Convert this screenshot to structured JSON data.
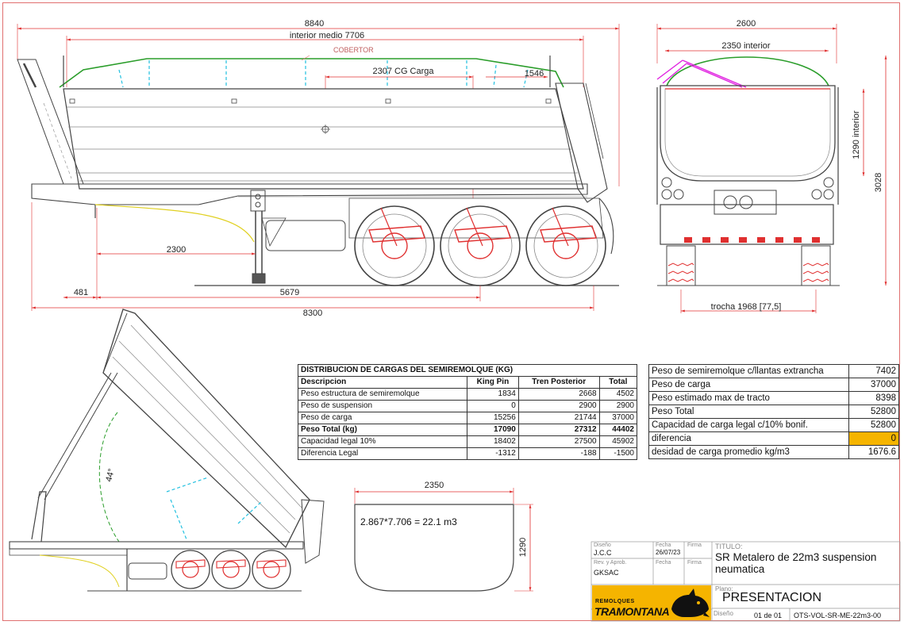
{
  "drawing": {
    "side_view": {
      "overall_length": "8840",
      "interior_length": "interior medio 7706",
      "cover_label": "COBERTOR",
      "cg_label": "2307 CG Carga",
      "rear_offset": "1546",
      "kingpin_dim": "2300",
      "front_overhang": "481",
      "axle_dim": "5679",
      "chassis_length": "8300"
    },
    "rear_view": {
      "overall_width": "2600",
      "interior_width": "2350 interior",
      "interior_height": "1290 interior",
      "overall_height": "3028",
      "track": "trocha 1968 [77,5]"
    },
    "tipped_view": {
      "angle": "44°"
    },
    "section": {
      "width": "2350",
      "height": "1290",
      "formula": "2.867*7.706 = 22.1 m3"
    }
  },
  "load_table": {
    "title": "DISTRIBUCION DE CARGAS DEL SEMIREMOLQUE (KG)",
    "columns": [
      "Descripcion",
      "King Pin",
      "Tren Posterior",
      "Total"
    ],
    "rows": [
      {
        "label": "Peso estructura de semiremolque",
        "king_pin": "1834",
        "tren": "2668",
        "total": "4502"
      },
      {
        "label": "Peso de suspension",
        "king_pin": "0",
        "tren": "2900",
        "total": "2900"
      },
      {
        "label": "Peso de carga",
        "king_pin": "15256",
        "tren": "21744",
        "total": "37000"
      },
      {
        "label": "Peso Total (kg)",
        "king_pin": "17090",
        "tren": "27312",
        "total": "44402"
      },
      {
        "label": "Capacidad legal 10%",
        "king_pin": "18402",
        "tren": "27500",
        "total": "45902"
      },
      {
        "label": "Diferencia Legal",
        "king_pin": "-1312",
        "tren": "-188",
        "total": "-1500"
      }
    ]
  },
  "summary_table": [
    {
      "label": "Peso de semiremolque c/llantas extrancha",
      "value": "7402"
    },
    {
      "label": "Peso de carga",
      "value": "37000"
    },
    {
      "label": "Peso estimado max de tracto",
      "value": "8398"
    },
    {
      "label": "Peso Total",
      "value": "52800"
    },
    {
      "label": "Capacidad de carga legal c/10% bonif.",
      "value": "52800"
    },
    {
      "label": "diferencia",
      "value": "0"
    },
    {
      "label": "desidad de carga promedio kg/m3",
      "value": "1676.6"
    }
  ],
  "title_block": {
    "diseno_label": "Diseño",
    "diseno_value": "J.C.C",
    "fecha_label": "Fecha",
    "fecha_value": "26/07/23",
    "firma_label": "Firma",
    "rev_label": "Rev. y Aprob.",
    "rev_value": "GKSAC",
    "titulo_label": "TITULO:",
    "titulo_value": "SR Metalero de 22m3 suspension neumatica",
    "plano_label": "Plano:",
    "plano_value": "PRESENTACION",
    "brand_small": "REMOLQUES",
    "brand_large": "TRAMONTANA",
    "diseno2_label": "Diseño",
    "sheet": "01 de 01",
    "code": "OTS-VOL-SR-ME-22m3-00"
  },
  "colors": {
    "frame": "#e07070",
    "dimension": "#e03030",
    "cover": "#2a9d2a",
    "cover_bows": "#22c0e0",
    "hinge": "#e020e0",
    "wheels": "#e03030",
    "highlight": "#f5b400",
    "outline": "#444444"
  }
}
